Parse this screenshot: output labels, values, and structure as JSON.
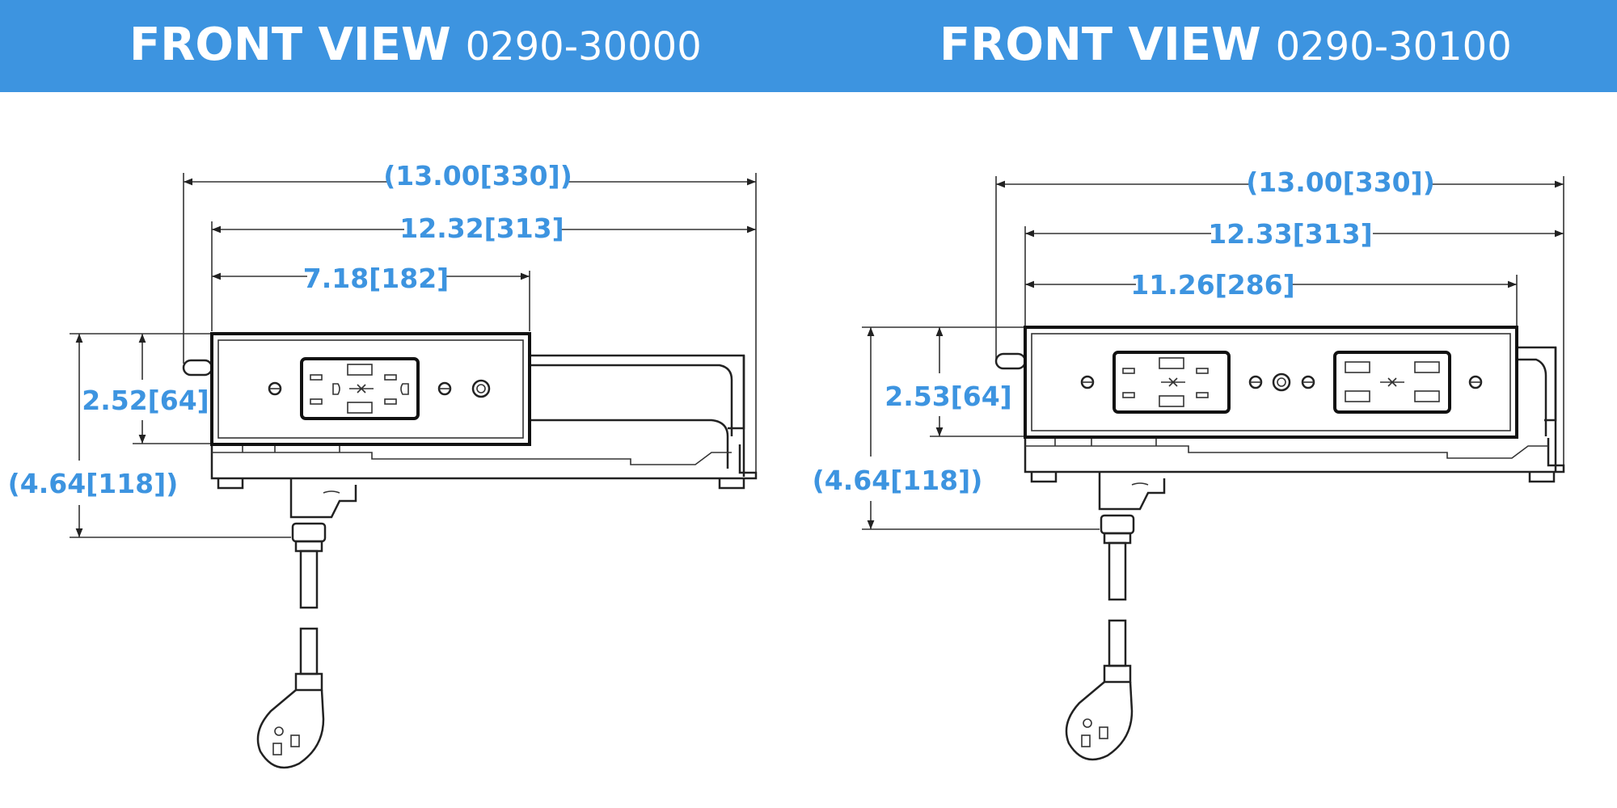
{
  "header": {
    "left": {
      "title": "FRONT VIEW",
      "part_number": "0290-30000"
    },
    "right": {
      "title": "FRONT VIEW",
      "part_number": "0290-30100"
    }
  },
  "left_view": {
    "dimensions": {
      "overall_width": "(13.00[330])",
      "box_width": "12.32[313]",
      "faceplate_width": "7.18[182]",
      "faceplate_height": "2.52[64]",
      "overall_height": "(4.64[118])"
    }
  },
  "right_view": {
    "dimensions": {
      "overall_width": "(13.00[330])",
      "box_width": "12.33[313]",
      "faceplate_width": "11.26[286]",
      "faceplate_height": "2.53[64]",
      "overall_height": "(4.64[118])"
    }
  },
  "colors": {
    "header_bg": "#3d94e0",
    "dimension_text": "#3d94e0",
    "line": "#222222"
  }
}
